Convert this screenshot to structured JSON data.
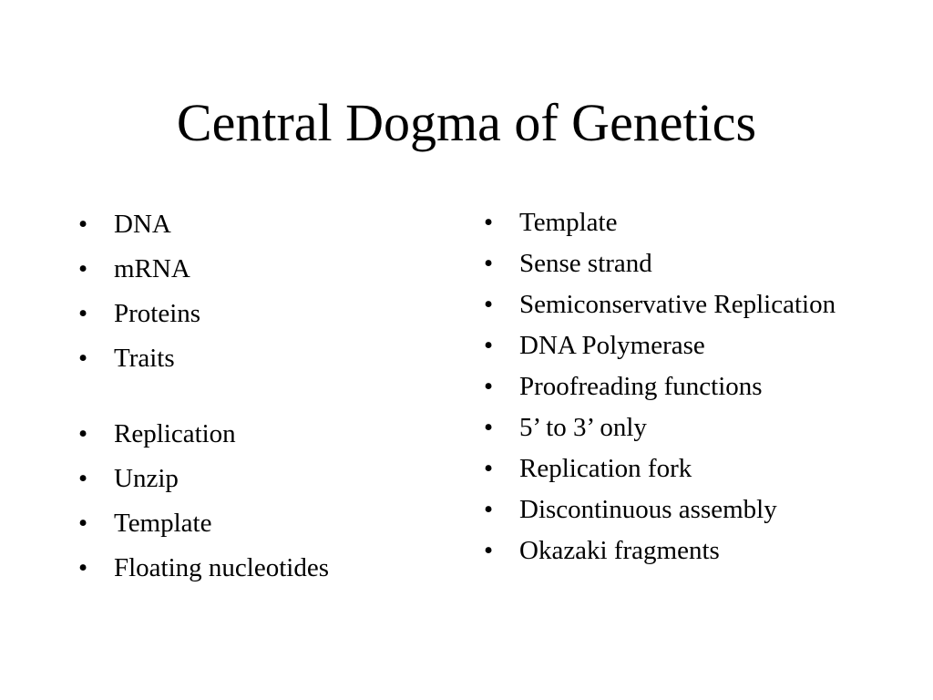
{
  "slide": {
    "title": "Central Dogma of Genetics",
    "left_column": {
      "group_1": [
        "DNA",
        "mRNA",
        "Proteins",
        "Traits"
      ],
      "group_2": [
        "Replication",
        "Unzip",
        "Template",
        "Floating nucleotides"
      ]
    },
    "right_column": [
      "Template",
      "Sense strand",
      "Semiconservative Replication",
      "DNA Polymerase",
      "Proofreading functions",
      "5’ to 3’ only",
      "Replication fork",
      "Discontinuous assembly",
      "Okazaki fragments"
    ],
    "bullet_char": "•"
  }
}
